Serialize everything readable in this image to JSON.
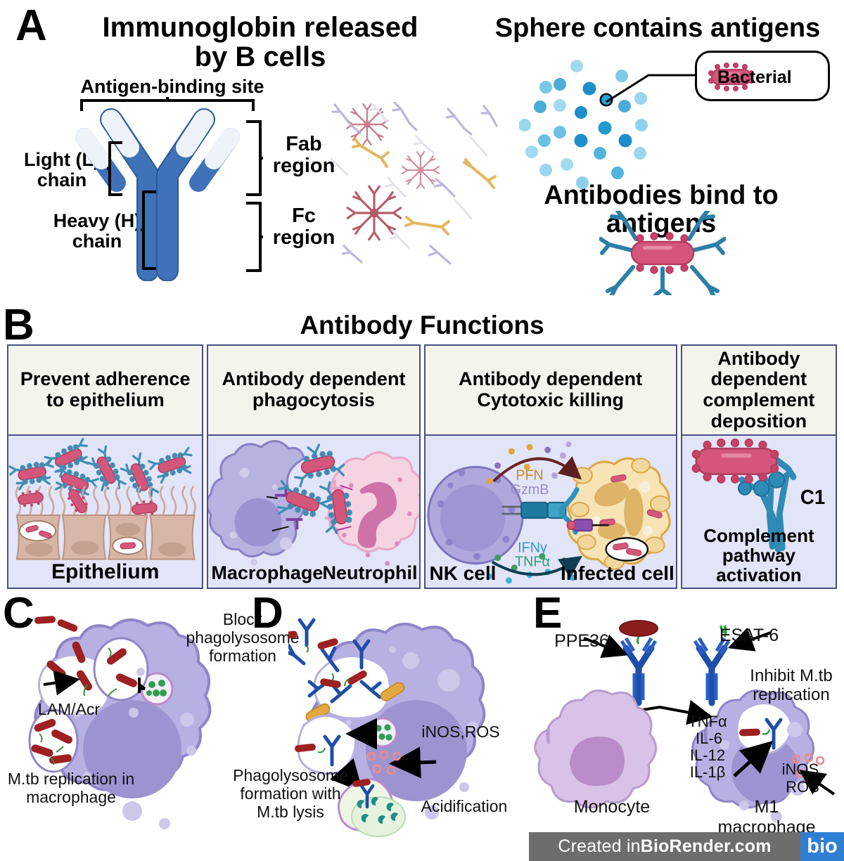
{
  "figure": {
    "panels": [
      "A",
      "B",
      "C",
      "D",
      "E"
    ],
    "credit_prefix": "Created in ",
    "credit_brand": "BioRender.com",
    "credit_logo": "bio"
  },
  "panelA": {
    "letter": "A",
    "title_left": "Immunoglobin released by B cells",
    "title_right_top": "Sphere contains antigens",
    "title_right_bottom": "Antibodies bind to antigens",
    "antibody_labels": {
      "antigen_binding_site": "Antigen-binding site",
      "light_chain": "Light (L) chain",
      "heavy_chain": "Heavy (H) chain",
      "fab_region": "Fab region",
      "fc_region": "Fc region"
    },
    "callout_label": "Bacterial",
    "colors": {
      "antibody_blue": "#3f72b8",
      "antibody_tip": "#eef3fa",
      "antigen_dot_light": "#86cdec",
      "antigen_dot_mid": "#4aadd8",
      "antigen_dot_dark": "#1e8ecb",
      "bacteria_pink": "#d4577b"
    }
  },
  "panelB": {
    "letter": "B",
    "title": "Antibody Functions",
    "columns": [
      {
        "header": "Prevent adherence to epithelium",
        "caption": "Epithelium",
        "annotations": []
      },
      {
        "header": "Antibody dependent phagocytosis",
        "caption": "",
        "annotations": [
          "Macrophage",
          "Neutrophil"
        ]
      },
      {
        "header": "Antibody dependent Cytotoxic killing",
        "caption": "",
        "annotations": [
          "PFN",
          "GzmB",
          "IFNγ",
          "TNFα",
          "NK cell",
          "Infected cell"
        ]
      },
      {
        "header": "Antibody dependent complement deposition",
        "caption": "Complement pathway activation",
        "annotations": [
          "C1"
        ]
      }
    ],
    "colors": {
      "header_bg": "#f3f5ec",
      "body_bg": "#e2e4f7",
      "border": "#4a4f86"
    }
  },
  "panelC": {
    "letter": "C",
    "labels": {
      "block": "Block phagolysosome formation",
      "lam_acr": "LAM/Acr",
      "replication": "M.tb replication in macrophage"
    }
  },
  "panelD": {
    "letter": "D",
    "labels": {
      "inos_ros": "iNOS,ROS",
      "phagolysosome": "Phagolysosome formation with M.tb lysis",
      "acidification": "Acidification"
    }
  },
  "panelE": {
    "letter": "E",
    "labels": {
      "ppe36": "PPE36",
      "esat6": "ESAT-6",
      "inhibit": "Inhibit M.tb replication",
      "cytokines": [
        "TNFα",
        "IL-6",
        "IL-12",
        "IL-1β"
      ],
      "inos_ros": "iNOS, ROS",
      "monocyte": "Monocyte",
      "m1_macrophage": "M1 macrophage"
    }
  }
}
